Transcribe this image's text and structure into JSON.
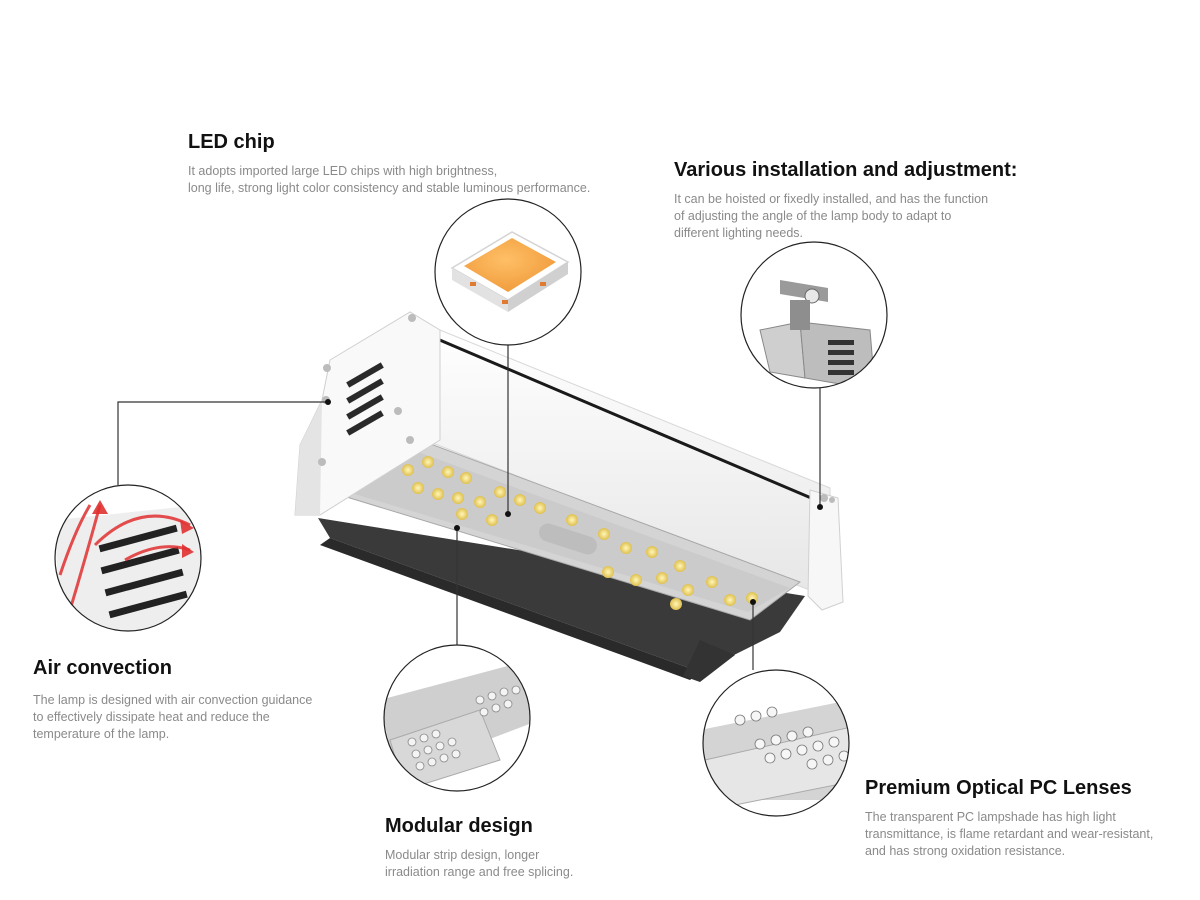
{
  "features": {
    "led_chip": {
      "title": "LED chip",
      "desc": "It adopts imported large LED chips with high brightness,\nlong life, strong light color consistency and stable luminous performance."
    },
    "installation": {
      "title": "Various installation and adjustment:",
      "desc": "It can be hoisted or fixedly installed, and has the function\nof adjusting the angle of the lamp body to adapt to\ndifferent lighting needs."
    },
    "air_convection": {
      "title": "Air convection",
      "desc": "The lamp is designed with air convection guidance\nto effectively dissipate heat and reduce the\ntemperature of the lamp."
    },
    "modular": {
      "title": "Modular design",
      "desc": "Modular strip design, longer\nirradiation range and free splicing."
    },
    "lens": {
      "title": "Premium Optical PC Lenses",
      "desc": "The transparent PC lampshade has high light\ntransmittance, is flame retardant and wear-resistant,\nand has strong oxidation resistance."
    }
  },
  "colors": {
    "title": "#111111",
    "description": "#8a8a8a",
    "led_chip": "#f2a24a",
    "housing": "#f4f4f4",
    "leader_line": "#333333",
    "arrow": "#e03030"
  }
}
